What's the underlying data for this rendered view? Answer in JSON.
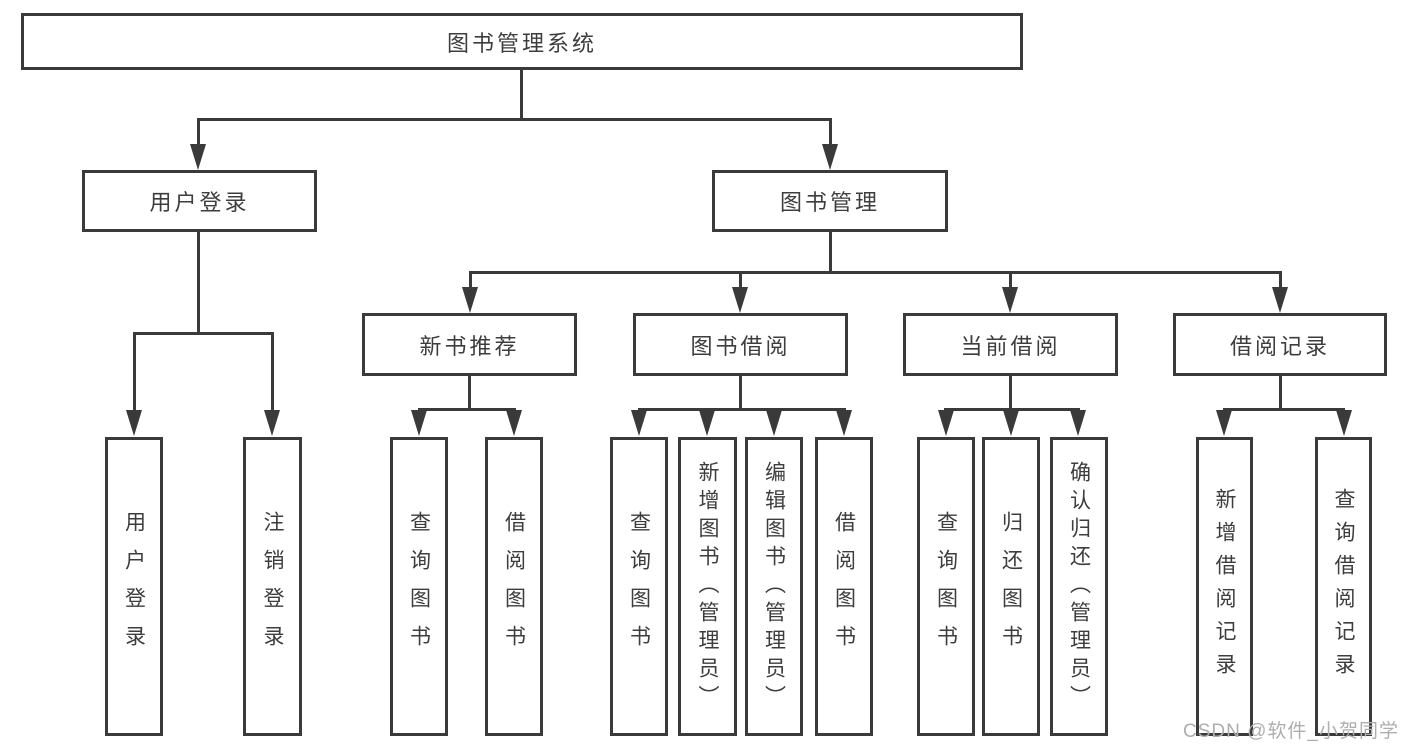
{
  "diagram": {
    "title": "图书管理系统",
    "branches": [
      {
        "label": "用户登录",
        "children": [
          "用户登录",
          "注销登录"
        ]
      },
      {
        "label": "图书管理",
        "children": [
          {
            "label": "新书推荐",
            "children": [
              "查询图书",
              "借阅图书"
            ]
          },
          {
            "label": "图书借阅",
            "children": [
              "查询图书",
              "新增图书（管理员）",
              "编辑图书（管理员）",
              "借阅图书"
            ]
          },
          {
            "label": "当前借阅",
            "children": [
              "查询图书",
              "归还图书",
              "确认归还（管理员）"
            ]
          },
          {
            "label": "借阅记录",
            "children": [
              "新增借阅记录",
              "查询借阅记录"
            ]
          }
        ]
      }
    ]
  },
  "watermark": {
    "text": "CSDN @软件_小贺同学"
  },
  "colors": {
    "line": "#3a3a3a",
    "box_border": "#3a3a3a",
    "box_fill": "#ffffff",
    "text": "#3d3d3d",
    "watermark": "#aeaeae",
    "background": "#ffffff"
  }
}
